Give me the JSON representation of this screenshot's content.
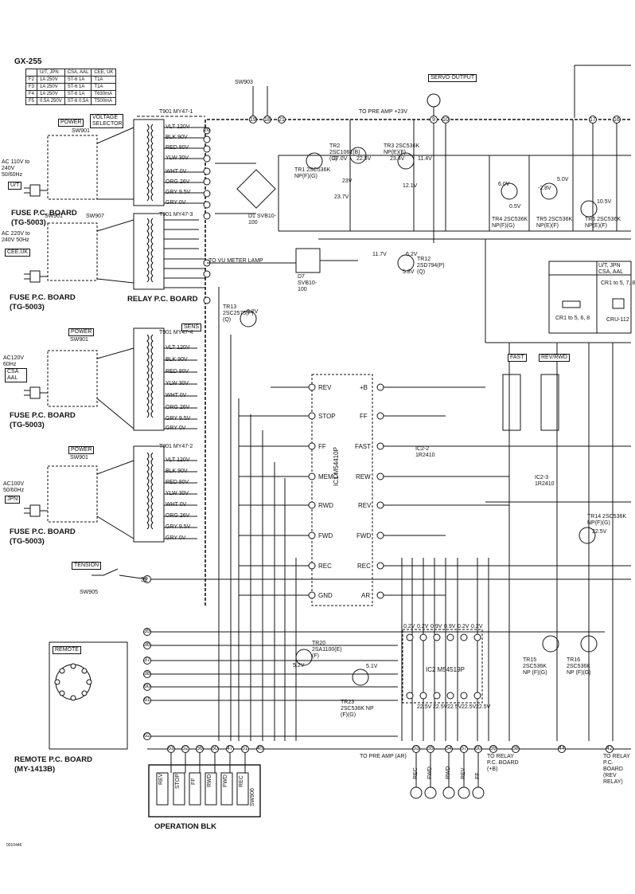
{
  "model": "GX-255",
  "fuse_table": {
    "header": [
      "",
      "U/T, JPN",
      "CSA, AAL",
      "CEE, UK"
    ],
    "rows": [
      [
        "F2",
        "1A 250V",
        "ST-6 1A",
        "T1A"
      ],
      [
        "F3",
        "1A 250V",
        "ST-6 1A",
        "T1A"
      ],
      [
        "F4",
        "1A 250V",
        "ST-6 1A",
        "T630mA"
      ],
      [
        "F5",
        "0.5A 250V",
        "ST-6 0.5A",
        "T500mA"
      ]
    ]
  },
  "boards": {
    "fuse_board_1": "FUSE P.C. BOARD",
    "fuse_board_1_code": "(TG-5003)",
    "fuse_board_2": "FUSE P.C. BOARD",
    "fuse_board_2_code": "(TG-5003)",
    "fuse_board_3": "FUSE P.C. BOARD",
    "fuse_board_3_code": "(TG-5003)",
    "fuse_board_4": "FUSE P.C. BOARD",
    "fuse_board_4_code": "(TG-5003)",
    "relay_board": "RELAY P.C. BOARD",
    "remote_board": "REMOTE P.C. BOARD",
    "remote_board_code": "(MY-1413B)",
    "operation_blk": "OPERATION BLK"
  },
  "tags": {
    "power": "POWER",
    "voltage_selector": "VOLTAGE SELECTOR",
    "sens": "SENS",
    "tension": "TENSION",
    "remote": "REMOTE",
    "servo_output": "SERVO OUTPUT",
    "fast": "FAST",
    "rev_rwd": "REV/RWD"
  },
  "region_labels": {
    "ut": "U/T",
    "cee_uk": "CEE.UK",
    "csa_aal": "CSA AAL",
    "jpn": "JPN",
    "ac_1": "AC 110V to 240V 50/60Hz",
    "ac_2": "AC 220V to 240V 50Hz",
    "ac_3": "AC120V 60Hz",
    "ac_4": "AC100V 50/60Hz"
  },
  "switches": {
    "sw901": "SW901",
    "sw903": "SW903",
    "sw905": "SW905",
    "sw906": "SW906",
    "sw907": "SW907"
  },
  "transformers": {
    "t901_a": "T901 MY47-1",
    "t901_b": "T901 MY47-3",
    "t901_c": "T901 MY47-4",
    "t901_d": "T901 MY47-2"
  },
  "windings": [
    "VLT 120V",
    "BLK 90V",
    "RED 80V",
    "YLW 30V",
    "WHT 0V",
    "ORG 26V",
    "GRY 9.5V",
    "GRY 0V"
  ],
  "net_labels": {
    "to_pre_amp_23v": "TO PRE AMP +23V",
    "to_vu_meter_lamp": "TO VU METER LAMP",
    "to_pre_amp_ar": "TO PRE AMP (AR)",
    "to_relay_1": "TO RELAY P.C. BOARD (+B)",
    "to_relay_2": "TO RELAY P.C. BOARD (REV RELAY)"
  },
  "semis": {
    "tr1": "TR1 2SC536K NP(F)(G)",
    "tr2": "TR2 2SC1061(B)(C)",
    "tr3": "TR3 2SC536K NP(E)(F)",
    "tr4": "TR4 2SC536K NP(F)(G)",
    "tr5": "TR5 2SC536K NP(E)(F)",
    "tr6": "TR6 2SC536K NP(E)(F)",
    "tr12": "TR12 2SD794(P)(Q)",
    "tr13": "TR13 2SC2575(P)(Q)",
    "tr14": "TR14 2SC536K NP(F)(G)",
    "tr15": "TR15 2SC536K NP (F)(G)",
    "tr16": "TR16 2SC536K NP (F)(G)",
    "tr20": "TR20 2SA1100(E)(F)",
    "tr23": "TR23 2SC536K NP (F)(G)",
    "d1": "D1 SVB10-100",
    "d7": "D7 SVB10-100",
    "ic1": "IC1 M54410P",
    "ic2": "IC2 M54519P",
    "ic2_2": "IC2-2 1R2410",
    "ic2_3": "IC2-3 1R2410"
  },
  "ic1_pins_left": [
    "REV",
    "STOP",
    "FF",
    "MEMO",
    "RWD",
    "FWD",
    "REC",
    "GND"
  ],
  "ic1_pins_right": [
    "+B",
    "FF",
    "FAST",
    "REW",
    "REV",
    "FWD",
    "REC",
    "AR"
  ],
  "ic2_voltages": [
    "0.2V",
    "0.2V",
    "0.9V",
    "0.9V",
    "0.2V",
    "0.2V"
  ],
  "ic2_bottom": [
    "22.5V",
    "22.5V",
    "22.5V",
    "22.5V",
    "22.5V"
  ],
  "op_keys": [
    "REV",
    "STOP",
    "FF",
    "RWD",
    "FWD",
    "REC"
  ],
  "rec_buttons": [
    "REC",
    "FWD",
    "RWD",
    "REV",
    "FF"
  ],
  "connector_top": [
    "26",
    "19",
    "18",
    "21",
    "9",
    "10",
    "17",
    "16"
  ],
  "connector_bottom": [
    "63",
    "52",
    "56",
    "50",
    "47",
    "51",
    "45",
    "53",
    "55",
    "54",
    "57",
    "60",
    "59",
    "58",
    "44",
    "42"
  ],
  "left_connectors": [
    "32",
    "35",
    "36",
    "37",
    "38",
    "60",
    "61",
    "62"
  ],
  "tr_voltages": [
    "37.0V",
    "22.5V",
    "23.4V",
    "12.1V",
    "11.4V",
    "23.7V",
    "23V",
    "6.0V",
    "-2.8V",
    "5.0V",
    "0.5V",
    "10.5V",
    "11.7V",
    "6.2V",
    "5.8V",
    "0.2V",
    "5.2V",
    "5.1V",
    "22.5V"
  ],
  "legend_box": {
    "header": "U/T, JPN CSA, AAL",
    "items": [
      "CR1 to 5, 7, 8",
      "CR1 to 5, 6, 8",
      "CRU-112"
    ]
  },
  "doc_code": "0010446"
}
